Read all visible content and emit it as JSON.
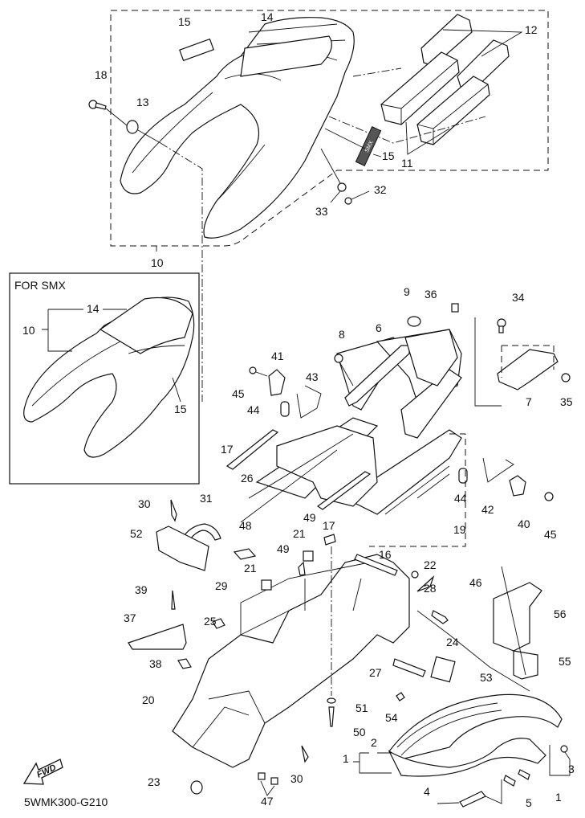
{
  "diagram": {
    "code": "5WMK300-G210",
    "fwd_label": "FWD",
    "inset_title": "FOR SMX",
    "decal_text": "SMX"
  },
  "callouts": {
    "c1a": "1",
    "c1b": "1",
    "c2": "2",
    "c3": "3",
    "c4": "4",
    "c5": "5",
    "c6": "6",
    "c7": "7",
    "c8": "8",
    "c9": "9",
    "c10a": "10",
    "c10b": "10",
    "c11": "11",
    "c12": "12",
    "c13": "13",
    "c14a": "14",
    "c14b": "14",
    "c15a": "15",
    "c15b": "15",
    "c15c": "15",
    "c16": "16",
    "c17a": "17",
    "c17b": "17",
    "c18": "18",
    "c19": "19",
    "c20": "20",
    "c21a": "21",
    "c21b": "21",
    "c22": "22",
    "c23": "23",
    "c24": "24",
    "c25": "25",
    "c26": "26",
    "c27": "27",
    "c28": "28",
    "c29": "29",
    "c30a": "30",
    "c30b": "30",
    "c31": "31",
    "c32": "32",
    "c33": "33",
    "c34": "34",
    "c35": "35",
    "c36": "36",
    "c37": "37",
    "c38": "38",
    "c39": "39",
    "c40": "40",
    "c41": "41",
    "c42": "42",
    "c43": "43",
    "c44a": "44",
    "c44b": "44",
    "c45a": "45",
    "c45b": "45",
    "c46": "46",
    "c47": "47",
    "c48": "48",
    "c49a": "49",
    "c49b": "49",
    "c50": "50",
    "c51": "51",
    "c52": "52",
    "c53": "53",
    "c54": "54",
    "c55": "55",
    "c56": "56"
  }
}
